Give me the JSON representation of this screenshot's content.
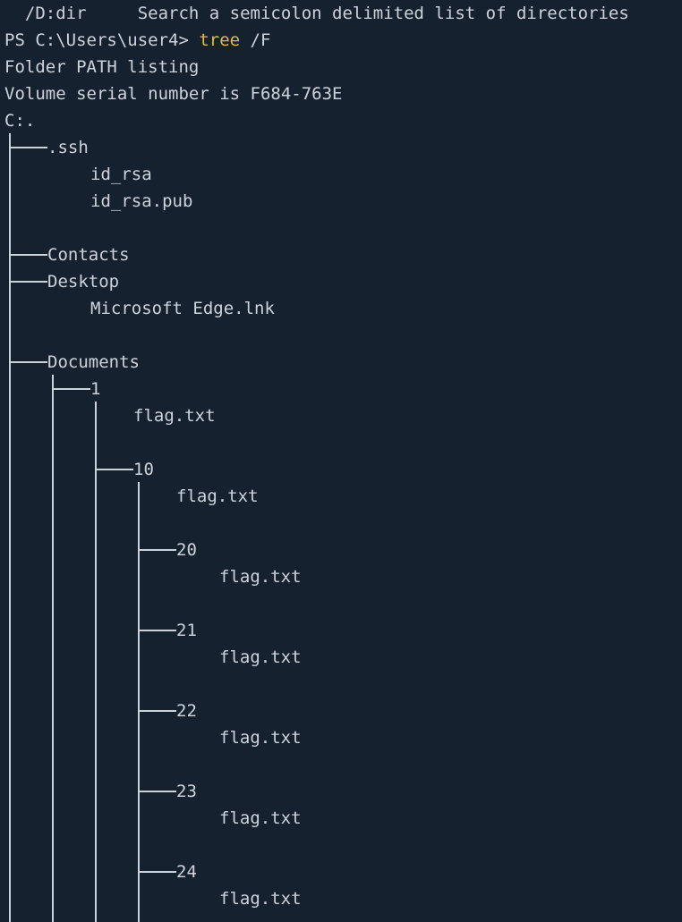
{
  "theme": {
    "background": "#162130",
    "foreground": "#ced3db",
    "command_color": "#f3b33d"
  },
  "terminal": {
    "help_line": "  /D:dir     Search a semicolon delimited list of directories",
    "prompt": "PS C:\\Users\\user4> ",
    "command": "tree",
    "command_args": " /F",
    "output_header": "Folder PATH listing",
    "volume_serial": "Volume serial number is F684-763E",
    "root": "C:."
  },
  "tree": {
    "ssh_folder": ".ssh",
    "ssh_files": [
      "id_rsa",
      "id_rsa.pub"
    ],
    "contacts_folder": "Contacts",
    "desktop_folder": "Desktop",
    "desktop_files": [
      "Microsoft Edge.lnk"
    ],
    "documents_folder": "Documents",
    "folder_1": "1",
    "folder_1_file": "flag.txt",
    "folder_10": "10",
    "folder_10_file": "flag.txt",
    "subfolders": [
      {
        "name": "20",
        "file": "flag.txt"
      },
      {
        "name": "21",
        "file": "flag.txt"
      },
      {
        "name": "22",
        "file": "flag.txt"
      },
      {
        "name": "23",
        "file": "flag.txt"
      },
      {
        "name": "24",
        "file": "flag.txt"
      }
    ]
  }
}
